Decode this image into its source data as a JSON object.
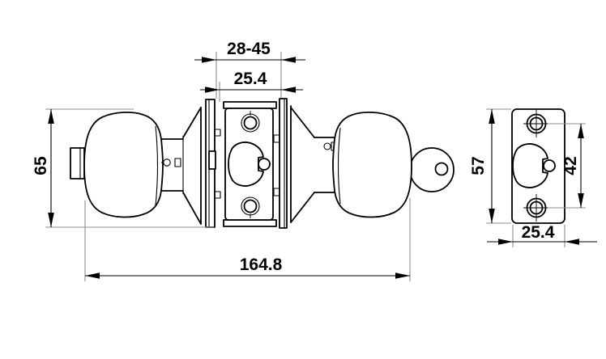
{
  "drawing": {
    "title": "door-knob-lockset-dimension-drawing",
    "colors": {
      "background": "#ffffff",
      "line": "#000000",
      "extension_line": "#8c8c8c"
    },
    "views": {
      "side_view": "knob-lockset-side-view",
      "faceplate_view": "latch-faceplate-front-view"
    }
  },
  "dims": {
    "door_thickness": "28-45",
    "case_width": "25.4",
    "knob_diameter": "65",
    "overall_length": "164.8",
    "faceplate_height": "57",
    "screw_spacing": "42",
    "faceplate_width": "25.4"
  }
}
